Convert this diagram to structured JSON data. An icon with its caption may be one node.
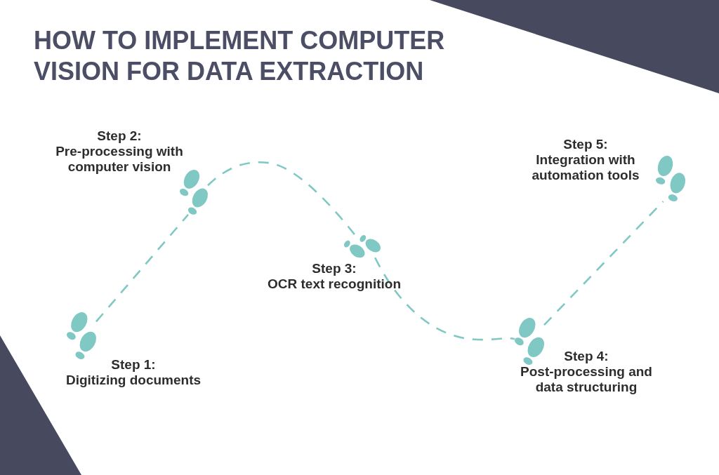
{
  "diagram": {
    "title": "HOW TO IMPLEMENT COMPUTER VISION FOR DATA EXTRACTION",
    "nodes": [
      {
        "text": [],
        "shape": "picture",
        "beside": [
          "Step 1:",
          "Digitizing documents"
        ]
      },
      {
        "text": [],
        "shape": "picture",
        "beside": [
          "Step 2:",
          "Pre-processing with computer vision"
        ]
      },
      {
        "text": [],
        "shape": "picture",
        "beside": [
          "Step 3:",
          "OCR text recognition"
        ]
      },
      {
        "text": [],
        "shape": "picture",
        "beside": [
          "Step 4:",
          "Post-processing and data structuring"
        ]
      },
      {
        "text": [],
        "shape": "picture",
        "beside": [
          "Step 5:",
          "Integration with automation tools"
        ]
      }
    ],
    "edges": [
      {
        "from": 0,
        "to": 1,
        "arrow": "none",
        "style": "dashed"
      },
      {
        "from": 1,
        "to": 2,
        "arrow": "none",
        "style": "dashed"
      },
      {
        "from": 2,
        "to": 3,
        "arrow": "none",
        "style": "dashed"
      },
      {
        "from": 3,
        "to": 4,
        "arrow": "none",
        "style": "dashed"
      }
    ]
  }
}
